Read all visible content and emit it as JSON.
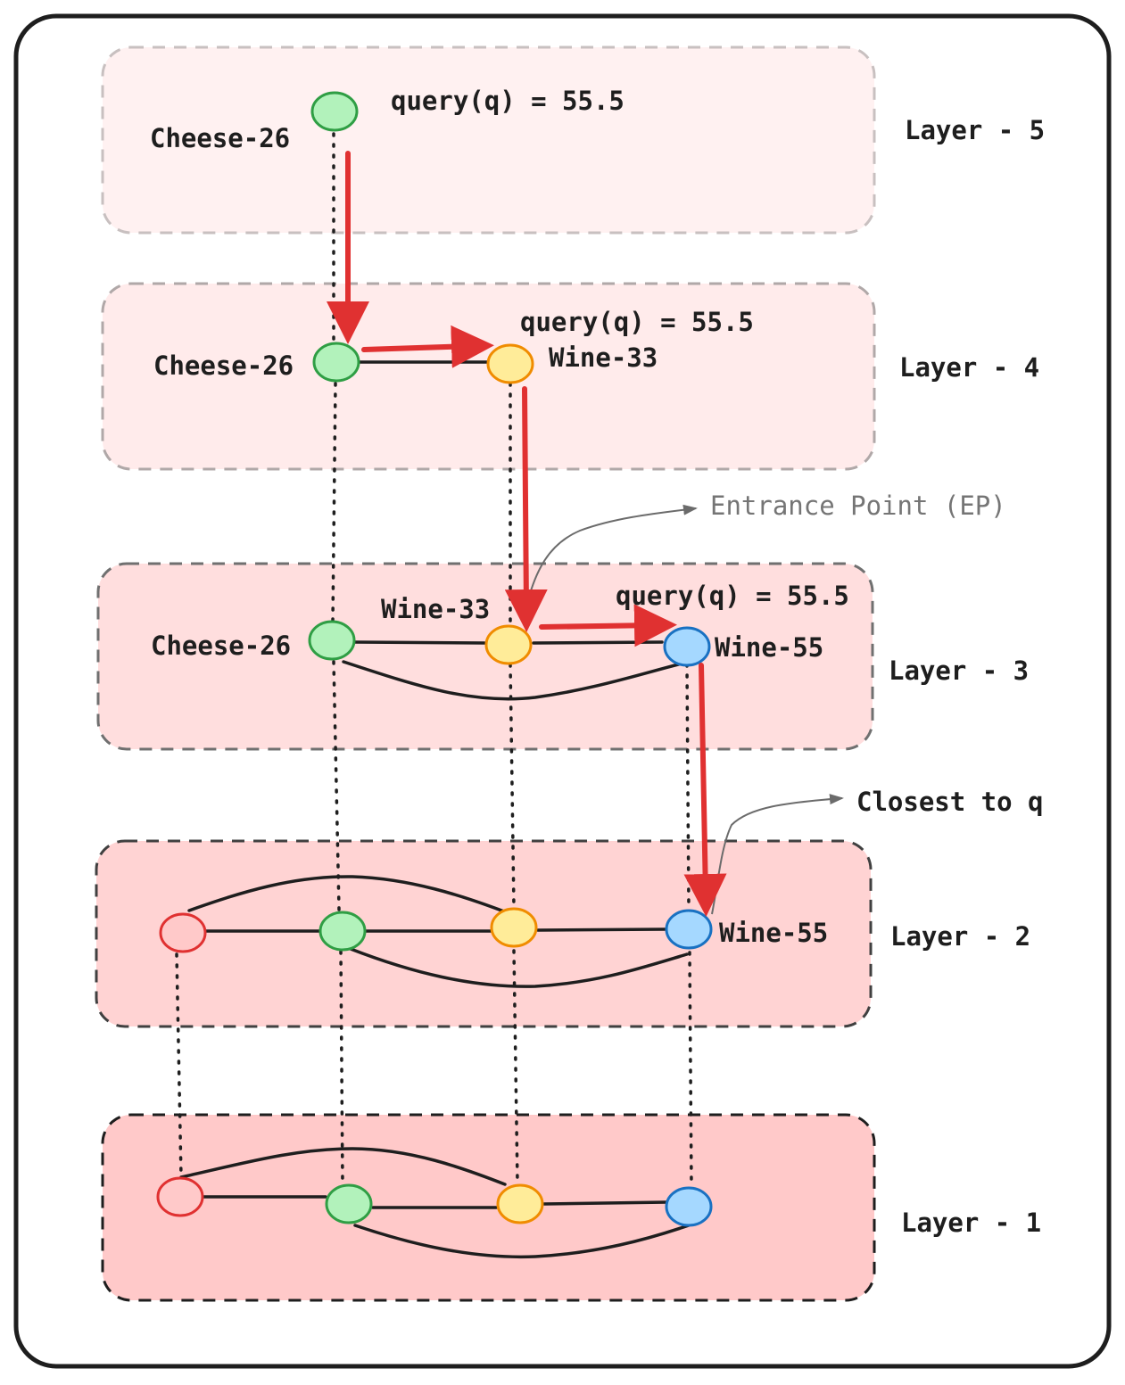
{
  "layers": [
    {
      "label": "Layer - 5"
    },
    {
      "label": "Layer - 4"
    },
    {
      "label": "Layer - 3"
    },
    {
      "label": "Layer - 2"
    },
    {
      "label": "Layer - 1"
    }
  ],
  "queries": {
    "layer5": "query(q) = 55.5",
    "layer4": "query(q) = 55.5",
    "layer3": "query(q) = 55.5"
  },
  "nodes": {
    "cheese": "Cheese-26",
    "wine33": "Wine-33",
    "wine55": "Wine-55"
  },
  "annotations": {
    "entrance_point": "Entrance Point (EP)",
    "closest": "Closest to q"
  },
  "colors": {
    "red_node_stroke": "#e03131",
    "red_node_fill": "#ffc9c9",
    "green_node_stroke": "#2f9e44",
    "green_node_fill": "#b2f2bb",
    "yellow_node_stroke": "#f08c00",
    "yellow_node_fill": "#ffec99",
    "blue_node_stroke": "#1971c2",
    "blue_node_fill": "#a5d8ff",
    "search_path": "#e03131"
  }
}
